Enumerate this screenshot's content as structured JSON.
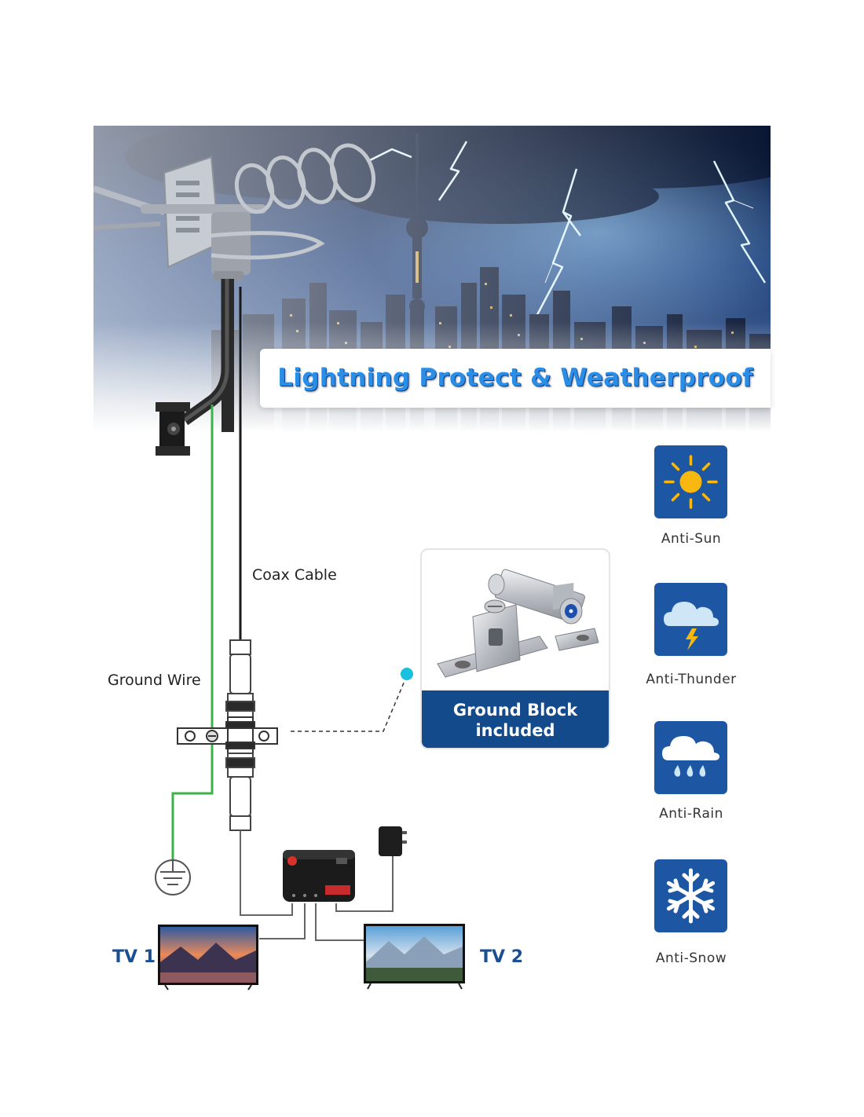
{
  "headline": "Lightning Protect & Weatherproof",
  "labels": {
    "coax_cable": "Coax Cable",
    "ground_wire": "Ground Wire",
    "tv1": "TV 1",
    "tv2": "TV 2"
  },
  "ground_block": {
    "caption_line1": "Ground Block",
    "caption_line2": "included"
  },
  "features": [
    {
      "label": "Anti-Sun",
      "icon": "sun-icon"
    },
    {
      "label": "Anti-Thunder",
      "icon": "thunder-cloud-icon"
    },
    {
      "label": "Anti-Rain",
      "icon": "rain-cloud-icon"
    },
    {
      "label": "Anti-Snow",
      "icon": "snowflake-icon"
    }
  ],
  "colors": {
    "headline_blue": "#2a8ee6",
    "tile_blue": "#1d57a3",
    "caption_navy": "#134a8c",
    "ground_wire_green": "#3cb34a",
    "tv_label_blue": "#1a4f94",
    "sun_yellow": "#f7b90f"
  }
}
